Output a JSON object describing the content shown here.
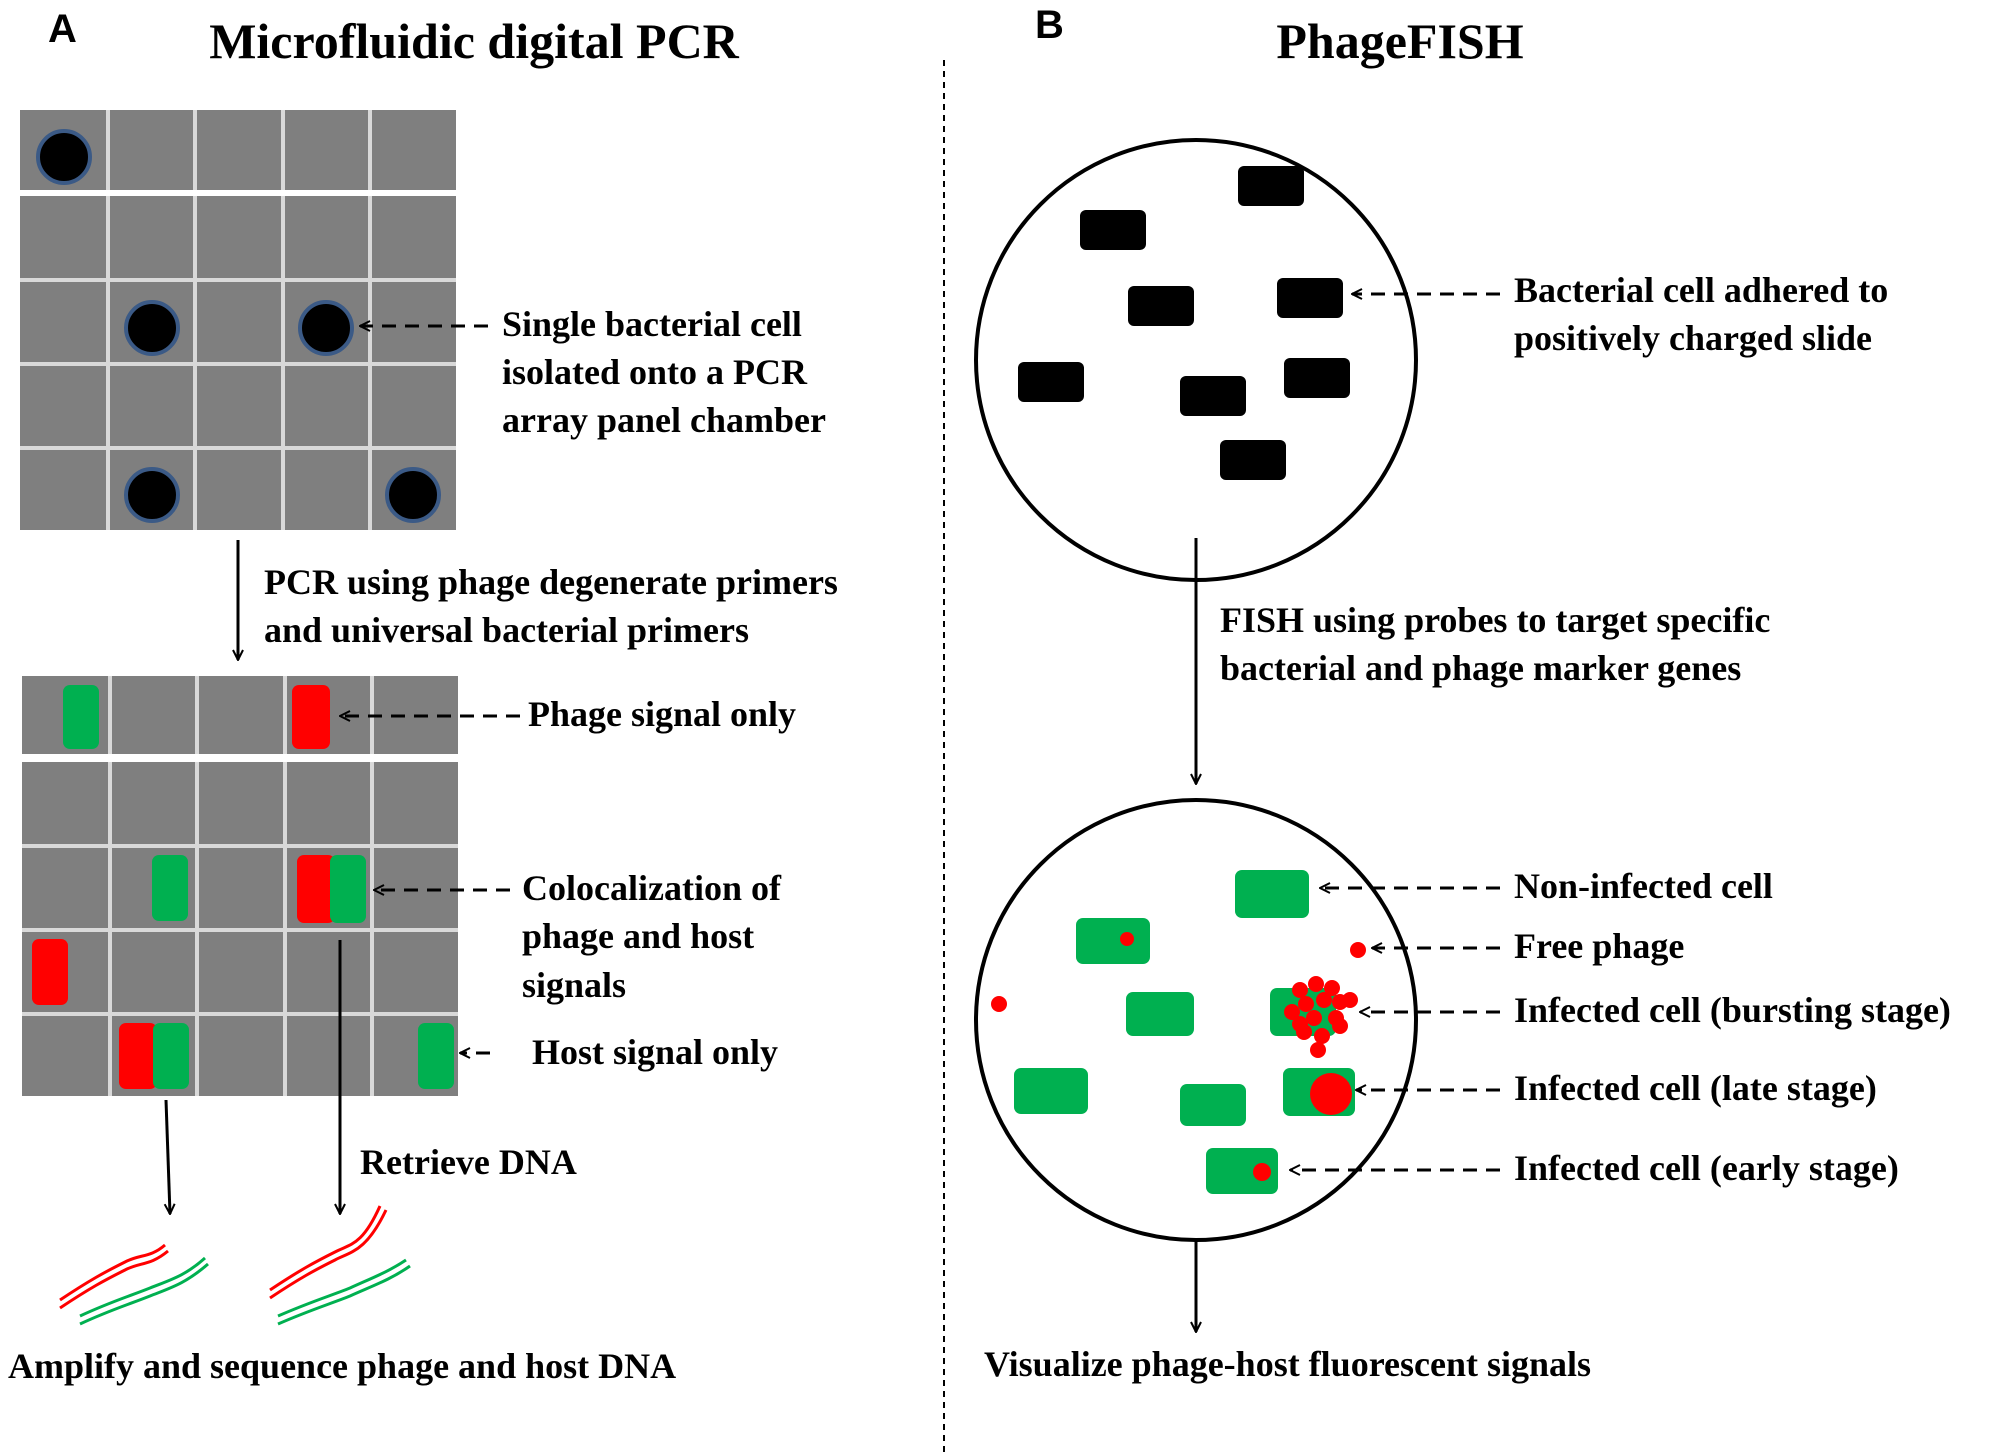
{
  "panel_a": {
    "letter": "A",
    "title": "Microfluidic digital PCR",
    "single_cell_label": [
      "Single bacterial cell",
      "isolated onto a PCR",
      "array panel chamber"
    ],
    "pcr_step_label": [
      "PCR using phage degenerate primers",
      "and universal bacterial primers"
    ],
    "phage_only_label": "Phage signal only",
    "colocalization_label": [
      "Colocalization of",
      "phage and host",
      "signals"
    ],
    "host_only_label": "Host signal only",
    "retrieve_label": "Retrieve DNA",
    "bottom_label": "Amplify and sequence phage and host DNA"
  },
  "panel_b": {
    "letter": "B",
    "title": "PhageFISH",
    "adhered_label": [
      "Bacterial cell adhered to",
      "positively charged slide"
    ],
    "fish_step_label": [
      "FISH using probes to target specific",
      "bacterial and phage marker genes"
    ],
    "non_infected_label": "Non-infected cell",
    "free_phage_label": "Free phage",
    "bursting_label": "Infected cell (bursting stage)",
    "late_label": "Infected cell (late stage)",
    "early_label": "Infected cell (early stage)",
    "bottom_label": "Visualize phage-host fluorescent signals"
  },
  "colors": {
    "chamber_gray": "#7f7f7f",
    "grid_line": "#d9d9d9",
    "cell_black": "#000000",
    "cell_ring": "#3b5a86",
    "host_green": "#00b050",
    "phage_red": "#ff0000"
  }
}
